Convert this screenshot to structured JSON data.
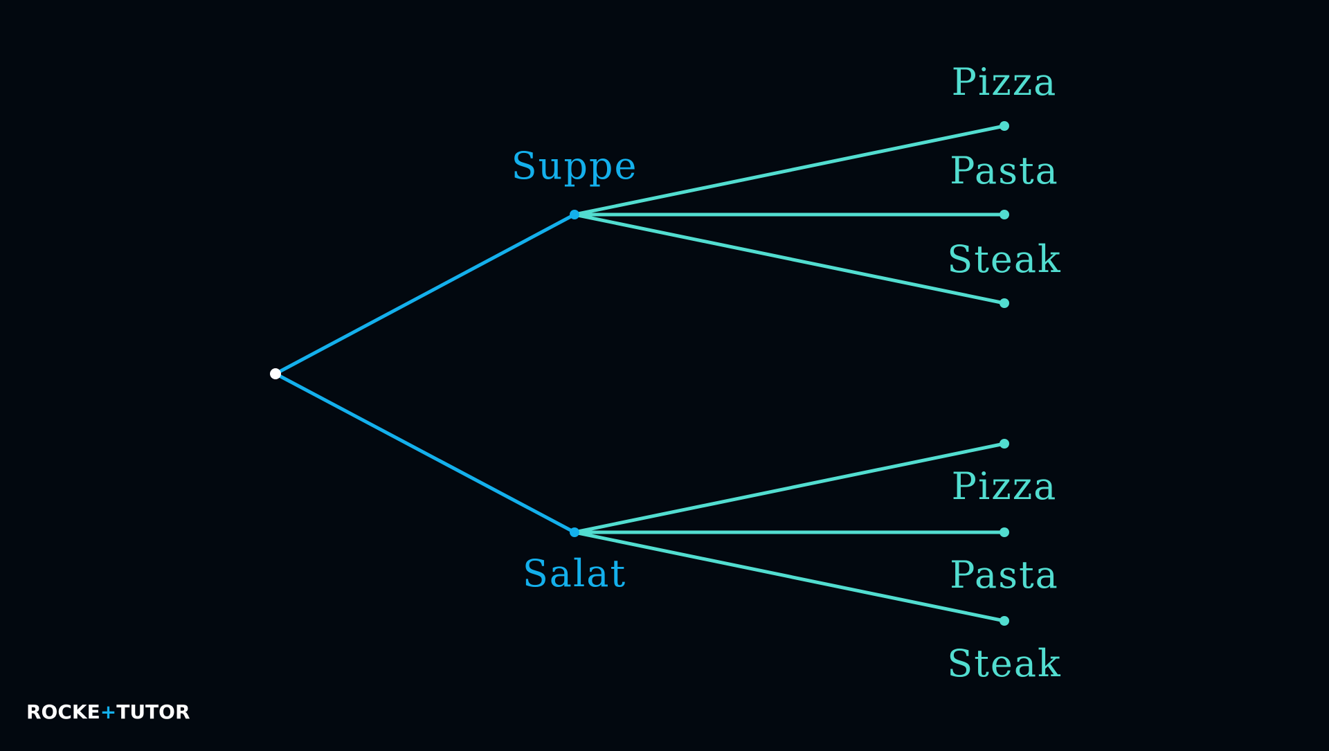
{
  "colors": {
    "background": "#02080f",
    "first_stage": "#14b0ec",
    "second_stage": "#52ddd0",
    "root": "#ffffff",
    "logo_text": "#ffffff",
    "logo_accent": "#14b0ec"
  },
  "tree": {
    "level1": [
      {
        "label": "Suppe",
        "children": [
          "Pizza",
          "Pasta",
          "Steak"
        ]
      },
      {
        "label": "Salat",
        "children": [
          "Pizza",
          "Pasta",
          "Steak"
        ]
      }
    ]
  },
  "logo": {
    "part1": "ROCKE",
    "plus": "+",
    "part2": "TUTO",
    "end": "R"
  }
}
